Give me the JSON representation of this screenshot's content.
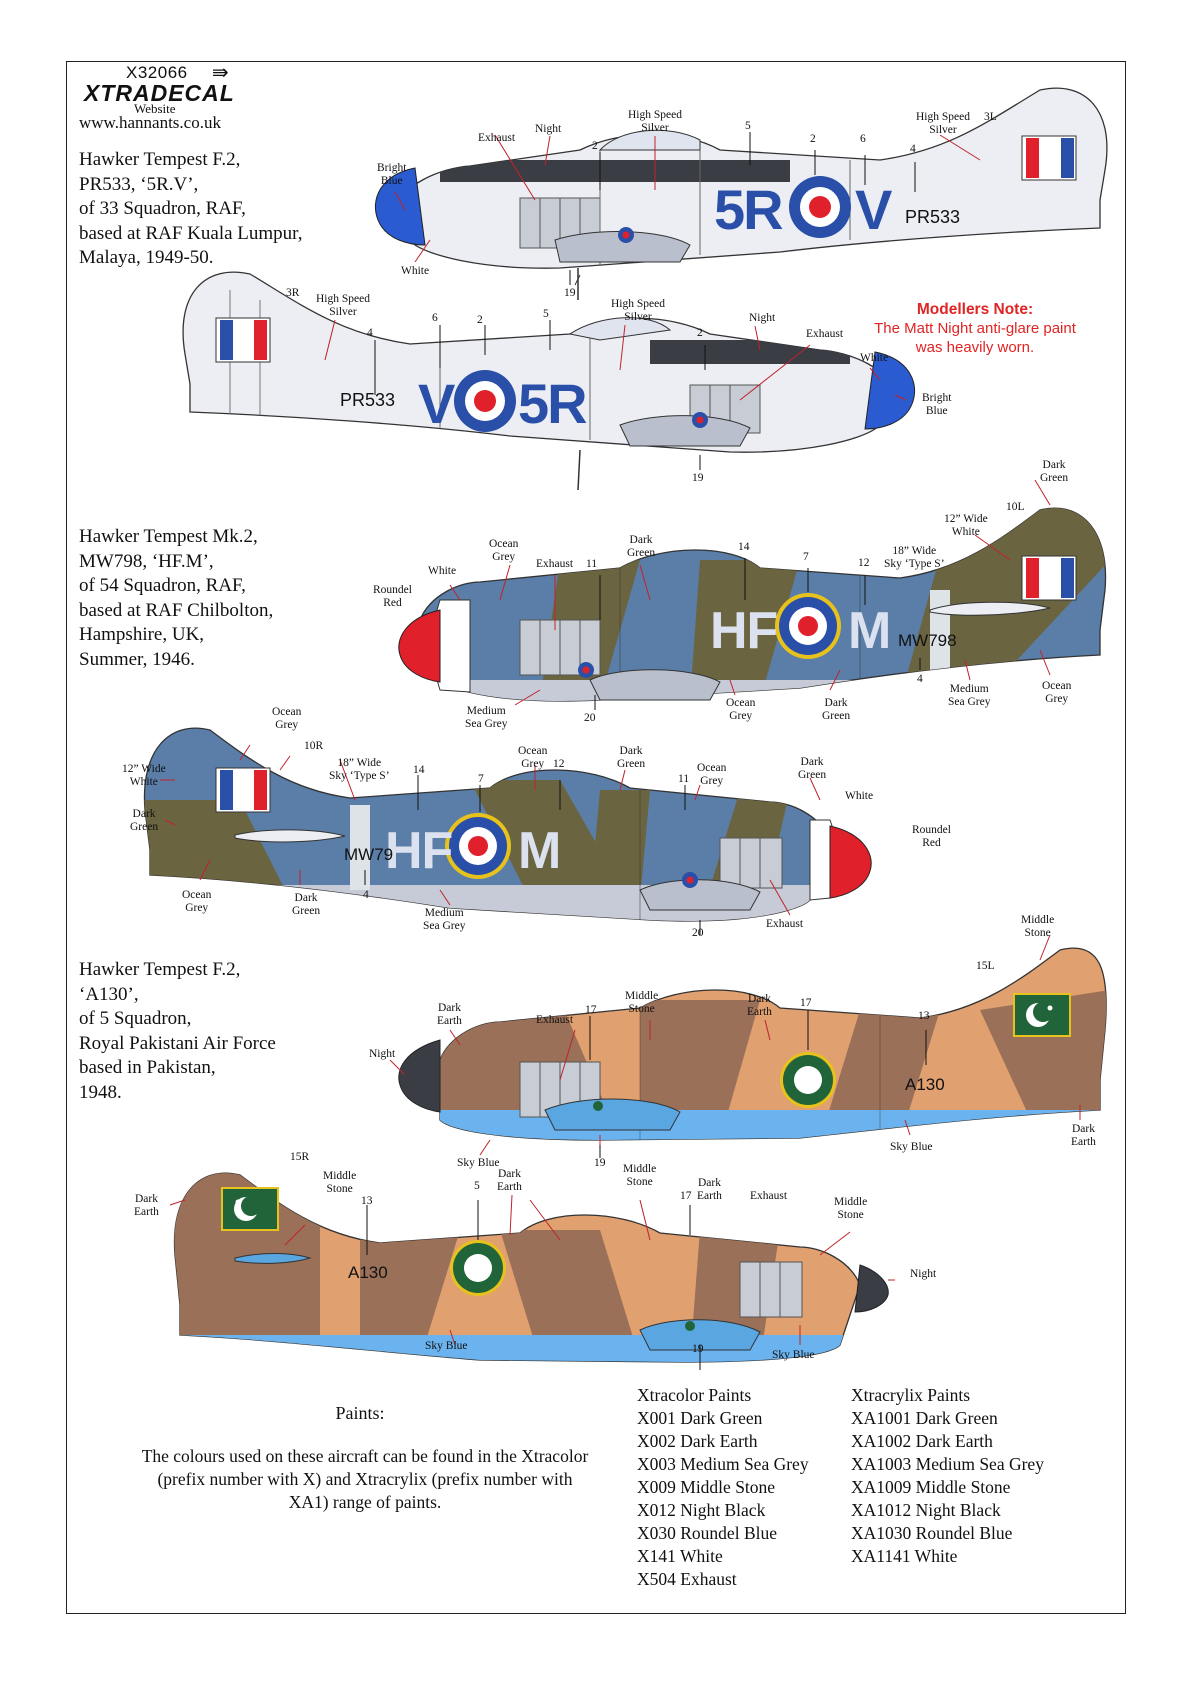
{
  "header": {
    "product_code": "X32066",
    "brand": "XTRADECAL",
    "website_label": "Website",
    "website": "www.hannants.co.uk"
  },
  "profiles": [
    {
      "description": [
        "Hawker Tempest F.2,",
        "PR533, ‘5R.V’,",
        "of 33 Squadron, RAF,",
        "based at RAF Kuala Lumpur,",
        "Malaya, 1949-50."
      ],
      "codes_right": "5R V",
      "codes_left": "V 5R",
      "serial": "PR533"
    },
    {
      "description": [
        "Hawker Tempest Mk.2,",
        "MW798, ‘HF.M’,",
        "of 54 Squadron, RAF,",
        "based at RAF Chilbolton,",
        "Hampshire, UK,",
        "Summer, 1946."
      ],
      "codes_right": "HF M",
      "codes_left": "HF M",
      "serial": "MW798",
      "serial_left": "MW79"
    },
    {
      "description": [
        "Hawker Tempest F.2,",
        "‘A130’,",
        "of 5 Squadron,",
        "Royal Pakistani Air Force",
        "based in Pakistan,",
        "1948."
      ],
      "serial": "A130"
    }
  ],
  "note": {
    "title": "Modellers Note:",
    "lines": [
      "The Matt Night anti-glare paint",
      "was heavily worn."
    ]
  },
  "callouts": {
    "p1r": {
      "bright_blue": "Bright\nBlue",
      "white": "White",
      "exhaust": "Exhaust",
      "night": "Night",
      "hss": "High Speed\nSilver",
      "hss_tail": "High Speed\nSilver",
      "n3l": "3L",
      "n2a": "2",
      "n5": "5",
      "n2b": "2",
      "n6": "6",
      "n4": "4",
      "n19": "19"
    },
    "p1l": {
      "n3r": "3R",
      "hss_tail": "High Speed\nSilver",
      "n4": "4",
      "n6": "6",
      "n2a": "2",
      "n5": "5",
      "hss": "High Speed\nSilver",
      "n2b": "2",
      "night": "Night",
      "exhaust": "Exhaust",
      "white": "White",
      "bright_blue": "Bright\nBlue",
      "n19": "19"
    },
    "p2r": {
      "roundel_red": "Roundel\nRed",
      "white": "White",
      "ocean_grey": "Ocean\nGrey",
      "exhaust": "Exhaust",
      "n11": "11",
      "dark_green": "Dark\nGreen",
      "n14": "14",
      "n7": "7",
      "n12": "12",
      "sky": "18” Wide\nSky ‘Type S’",
      "white12": "12” Wide\nWhite",
      "n10l": "10L",
      "dark_green_tail": "Dark\nGreen",
      "msg": "Medium\nSea Grey",
      "n20": "20",
      "ocean_grey_b": "Ocean\nGrey",
      "dark_green_b": "Dark\nGreen",
      "n4": "4",
      "msg_b": "Medium\nSea Grey",
      "ocean_grey_tail": "Ocean\nGrey"
    },
    "p2l": {
      "ocean_grey_tail": "Ocean\nGrey",
      "n10r": "10R",
      "white12": "12” Wide\nWhite",
      "dark_green_tail": "Dark\nGreen",
      "sky": "18” Wide\nSky ‘Type S’",
      "n14": "14",
      "n7": "7",
      "ocean_grey": "Ocean\nGrey",
      "n12": "12",
      "dark_green": "Dark\nGreen",
      "n11": "11",
      "ocean_grey2": "Ocean\nGrey",
      "dark_green2": "Dark\nGreen",
      "white": "White",
      "roundel_red": "Roundel\nRed",
      "ocean_grey_b": "Ocean\nGrey",
      "dark_green_b": "Dark\nGreen",
      "n4": "4",
      "msg": "Medium\nSea Grey",
      "n20": "20",
      "exhaust": "Exhaust"
    },
    "p3r": {
      "night": "Night",
      "dark_earth": "Dark\nEarth",
      "exhaust": "Exhaust",
      "n17a": "17",
      "middle_stone": "Middle\nStone",
      "dark_earth2": "Dark\nEarth",
      "n17b": "17",
      "n13": "13",
      "n15l": "15L",
      "middle_stone_tail": "Middle\nStone",
      "sky_blue": "Sky Blue",
      "n19": "19",
      "sky_blue2": "Sky Blue",
      "dark_earth_tail": "Dark\nEarth"
    },
    "p3l": {
      "dark_earth_tail": "Dark\nEarth",
      "n15r": "15R",
      "middle_stone_tail": "Middle\nStone",
      "n13": "13",
      "n5": "5",
      "dark_earth": "Dark\nEarth",
      "middle_stone": "Middle\nStone",
      "n17": "17",
      "dark_earth2": "Dark\nEarth",
      "exhaust": "Exhaust",
      "middle_stone_nose": "Middle\nStone",
      "night": "Night",
      "sky_blue": "Sky Blue",
      "n19": "19",
      "sky_blue2": "Sky Blue"
    }
  },
  "paints": {
    "title": "Paints:",
    "text": "The colours used on these aircraft can be found in the Xtracolor (prefix number with X) and Xtracrylix (prefix number with XA1) range of paints.",
    "xtracolor_title": "Xtracolor Paints",
    "xtracolor": [
      "X001 Dark Green",
      "X002 Dark Earth",
      "X003 Medium Sea Grey",
      "X009 Middle Stone",
      "X012 Night Black",
      "X030 Roundel Blue",
      "X141 White",
      "X504 Exhaust"
    ],
    "xtracrylix_title": "Xtracrylix Paints",
    "xtracrylix": [
      "XA1001 Dark Green",
      "XA1002 Dark Earth",
      "XA1003 Medium Sea Grey",
      "XA1009 Middle Stone",
      "XA1012 Night Black",
      "XA1030 Roundel Blue",
      "XA1141 White"
    ]
  },
  "colors": {
    "silver": "#eceef3",
    "night": "#3a3d44",
    "bright_blue": "#2a5bd0",
    "roundel_blue": "#2a4fa8",
    "roundel_red": "#e0202a",
    "ocean_grey": "#5a7ea8",
    "dark_green": "#6b6440",
    "medium_sea_grey": "#c7cbd8",
    "middle_stone": "#e0a070",
    "dark_earth": "#9a7058",
    "sky_blue": "#6ab3ee",
    "pak_green": "#22643a",
    "gold": "#e8c21c"
  },
  "icons": [
    "arrow-icon",
    "roundel-icon",
    "fin-flash-icon",
    "crescent-star-icon"
  ]
}
